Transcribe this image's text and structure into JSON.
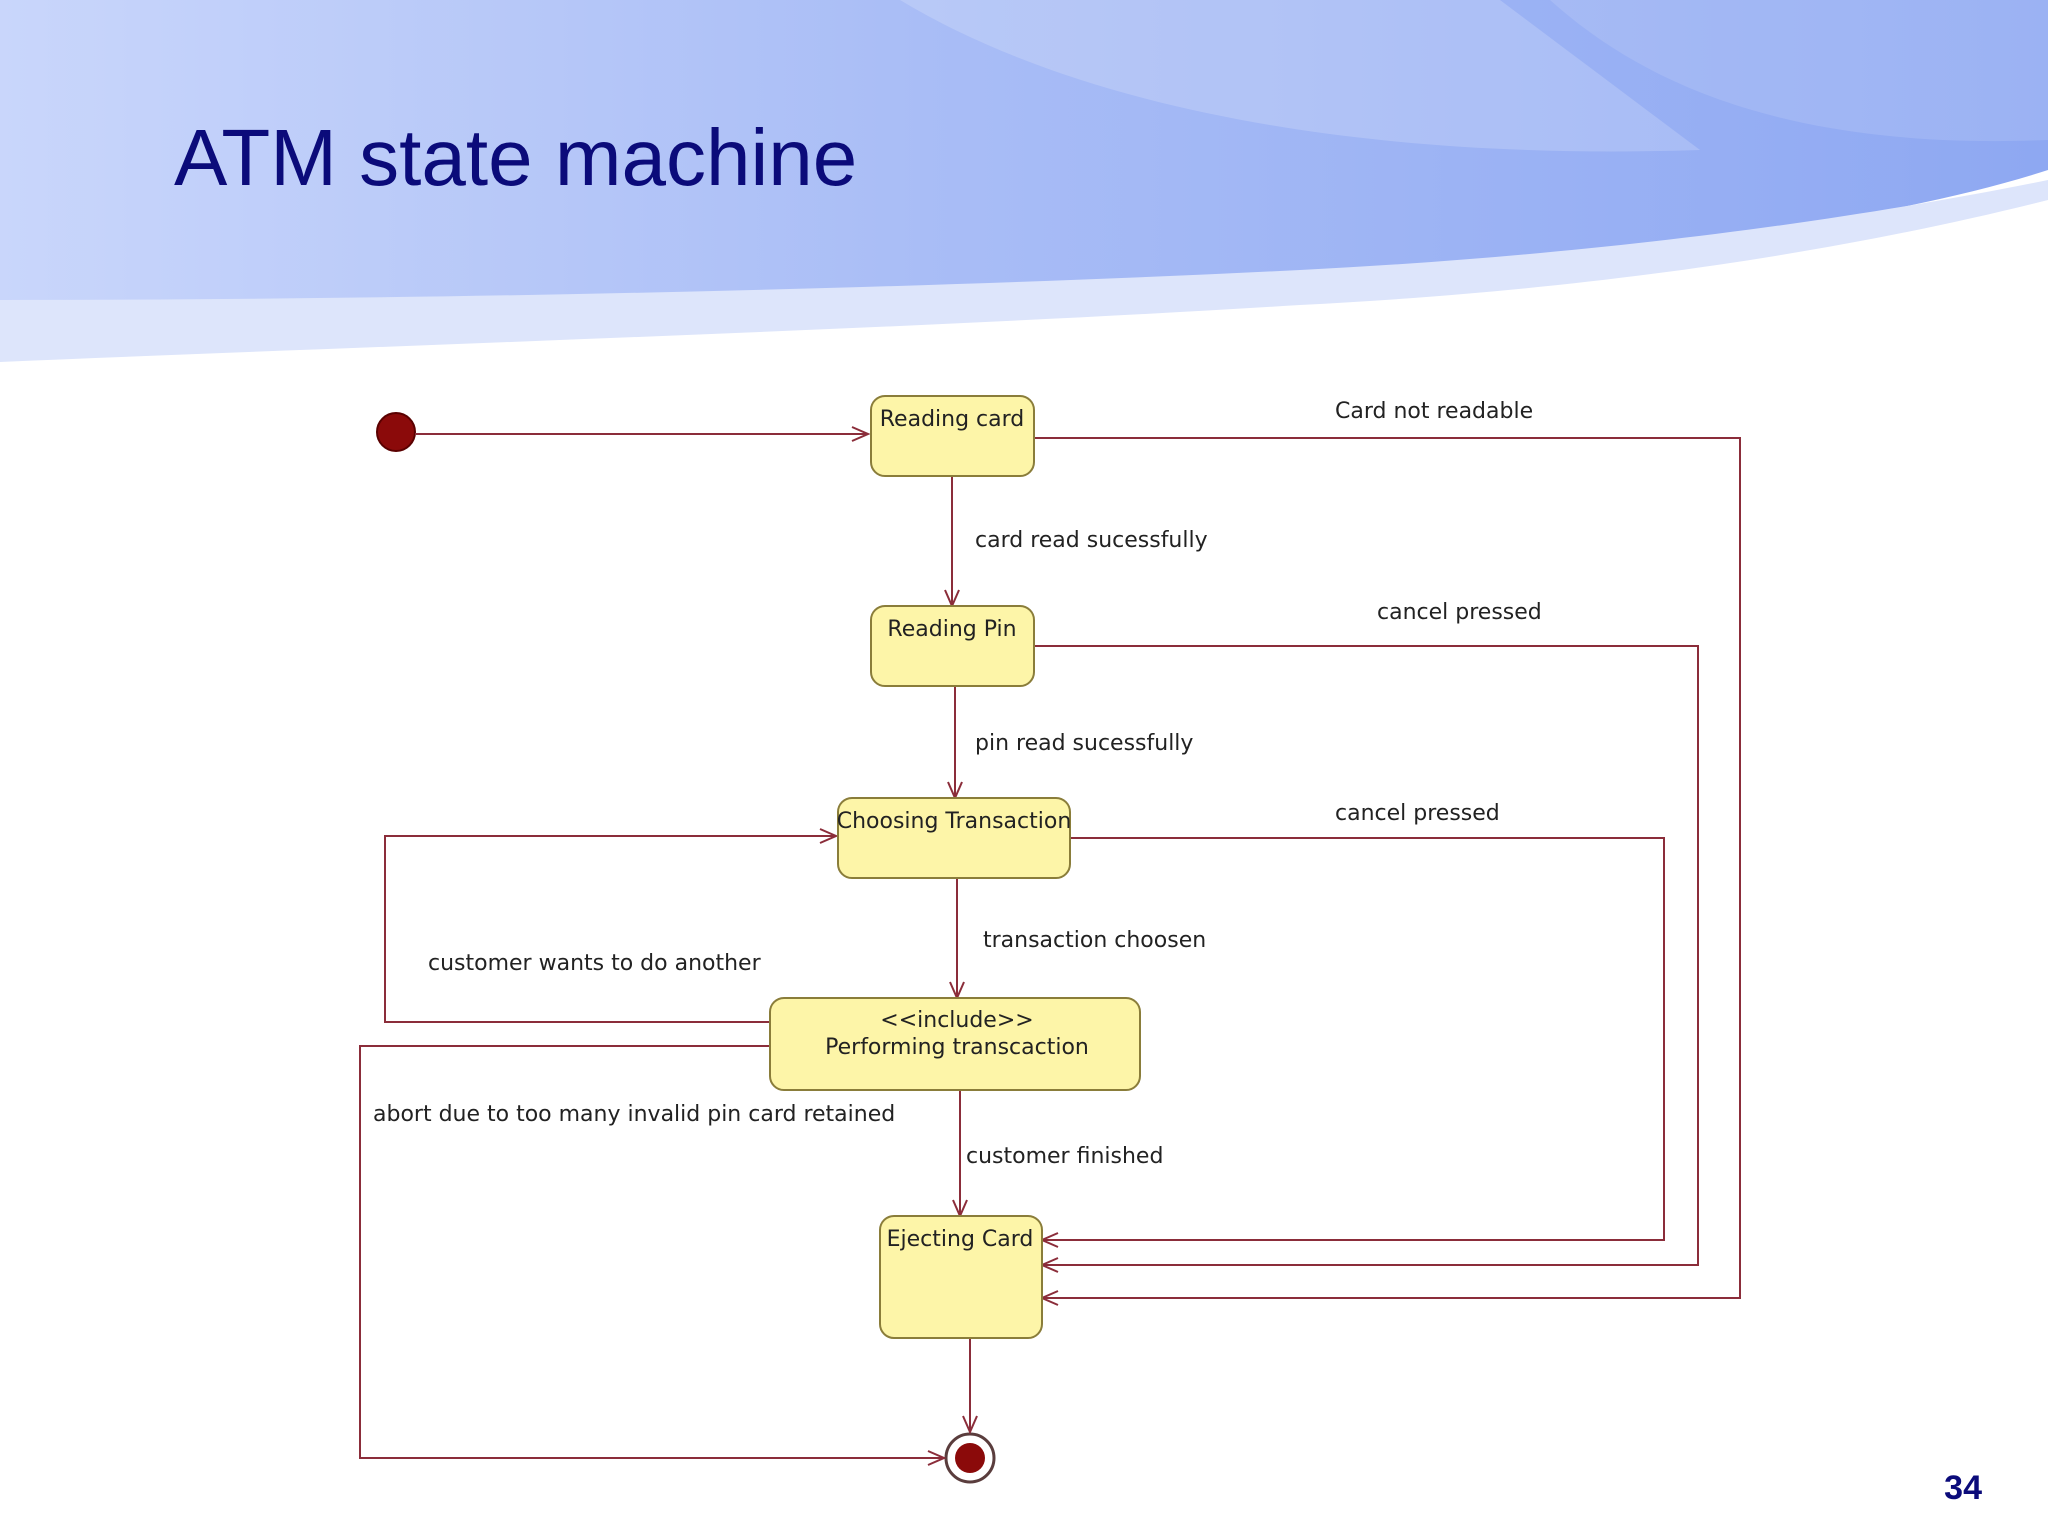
{
  "slide": {
    "title": "ATM state machine",
    "page_number": "34"
  },
  "diagram": {
    "states": {
      "reading_card": "Reading card",
      "reading_pin": "Reading Pin",
      "choosing_transaction": "Choosing Transaction",
      "performing_stereotype": "<<include>>",
      "performing_transaction": "Performing transcaction",
      "ejecting_card": "Ejecting Card"
    },
    "transitions": {
      "card_read": "card read sucessfully",
      "card_not_readable": "Card not readable",
      "pin_read": "pin read sucessfully",
      "cancel_pin": "cancel pressed",
      "cancel_transaction": "cancel pressed",
      "transaction_chosen": "transaction choosen",
      "another": "customer wants to do another",
      "abort": "abort due to too many invalid pin card retained",
      "finished": "customer finished"
    },
    "colors": {
      "state_fill": "#fdf5a8",
      "state_stroke": "#8a7d3a",
      "edge": "#8b2d3a",
      "pseudostate": "#8b0a0a",
      "title": "#0b0b7a"
    }
  }
}
